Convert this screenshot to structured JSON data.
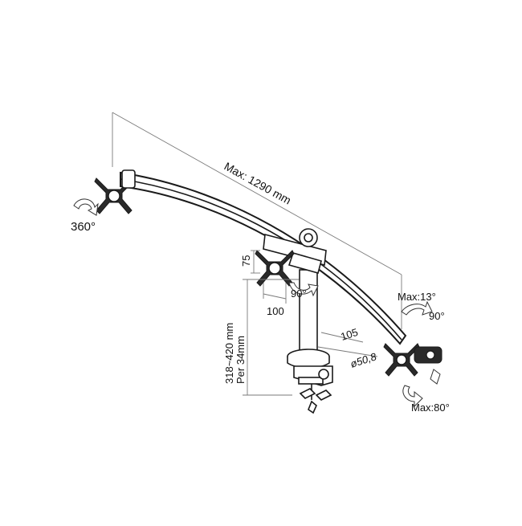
{
  "dimensions": {
    "total_width": "Max: 1290 mm",
    "vesa_height": "75",
    "vesa_width": "100",
    "height_range": "318~420 mm",
    "pole_length": "Per 34mm",
    "clamp_depth": "105",
    "pole_diameter": "ø50,8"
  },
  "rotations": {
    "left_rotation": "360°",
    "center_rotation": "90°",
    "right_tilt": "Max:13°",
    "right_rotation": "90°",
    "right_swivel": "Max:80°"
  },
  "icons": [
    "vesa-plate-icon",
    "clamp-icon",
    "rotation-arrow-icon"
  ]
}
